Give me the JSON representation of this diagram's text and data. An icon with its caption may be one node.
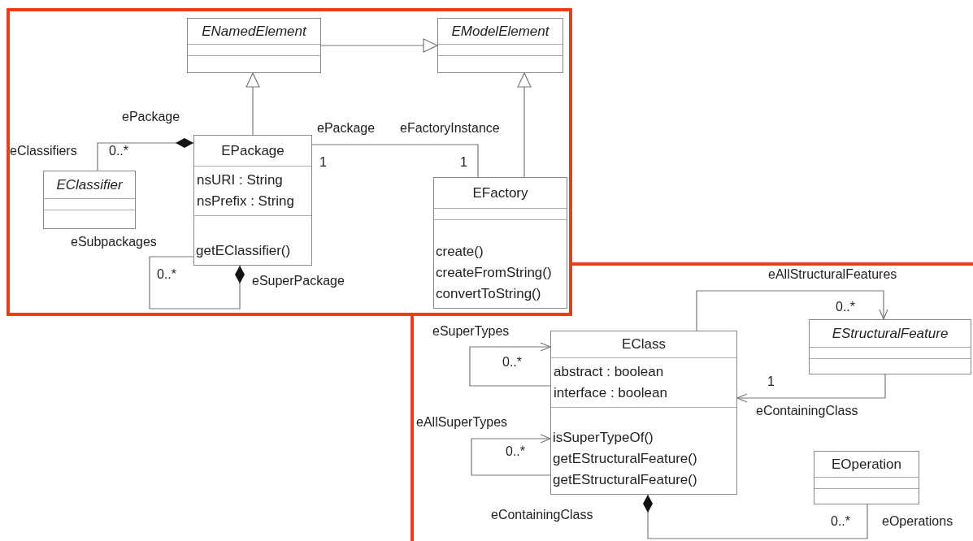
{
  "diagram": {
    "nodes": [
      {
        "text": [
          "ENamedElement"
        ]
      },
      {
        "text": [
          "EModelElement"
        ]
      },
      {
        "text": [
          "EPackage",
          "nsURI : String",
          "nsPrefix : String",
          "getEClassifier()"
        ]
      },
      {
        "text": [
          "EClassifier"
        ]
      },
      {
        "text": [
          "EFactory",
          "create()",
          "createFromString()",
          "convertToString()"
        ]
      },
      {
        "text": [
          "EClass",
          "abstract : boolean",
          "interface : boolean",
          "isSuperTypeOf()",
          "getEStructuralFeature()",
          "getEStructuralFeature()"
        ]
      },
      {
        "text": [
          "EStructuralFeature"
        ]
      },
      {
        "text": [
          "EOperation"
        ]
      }
    ],
    "edges": [
      {
        "from": 0,
        "to": 1,
        "arrow": "to"
      },
      {
        "from": 2,
        "to": 0,
        "arrow": "to"
      },
      {
        "from": 4,
        "to": 1,
        "arrow": "to"
      },
      {
        "from": 2,
        "to": 3,
        "arrow": "other"
      },
      {
        "from": 2,
        "to": 4,
        "arrow": "none"
      },
      {
        "from": 2,
        "to": 2,
        "arrow": "other"
      },
      {
        "from": 5,
        "to": 5,
        "arrow": "to"
      },
      {
        "from": 5,
        "to": 5,
        "arrow": "to"
      },
      {
        "from": 5,
        "to": 6,
        "arrow": "to"
      },
      {
        "from": 6,
        "to": 5,
        "arrow": "to"
      },
      {
        "from": 5,
        "to": 7,
        "arrow": "other"
      }
    ],
    "labels": [
      "ePackage",
      "eClassifiers",
      "0..*",
      "ePackage",
      "eFactoryInstance",
      "1",
      "1",
      "eSubpackages",
      "0..*",
      "eSuperPackage",
      "eAllStructuralFeatures",
      "0..*",
      "eSuperTypes",
      "0..*",
      "1",
      "eContainingClass",
      "eAllSuperTypes",
      "0..*",
      "eContainingClass",
      "0..*",
      "eOperations"
    ]
  }
}
